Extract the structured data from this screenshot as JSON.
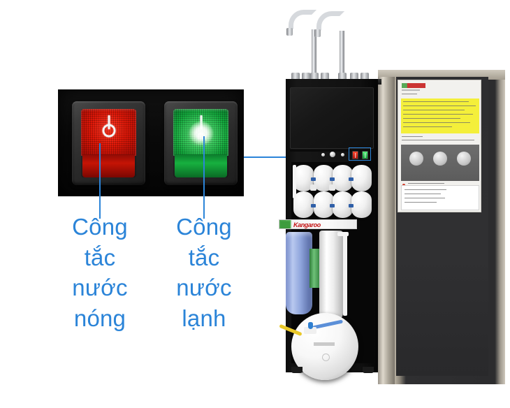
{
  "image": {
    "subject": "Kangaroo RO water purifier cabinet with annotated control switches",
    "background_color": "#ffffff",
    "accent_color": "#2b84d8"
  },
  "callout": {
    "panel_name": "switch-closeup-panel",
    "panel_background": "#0a0a0a",
    "connector_color": "#2b84d8",
    "switches": [
      {
        "id": "hot-water-switch",
        "color_name": "red",
        "color_hex": "#e01808",
        "state_marks": [
          "I",
          "O"
        ],
        "illuminated": false,
        "label_lines": [
          "Công",
          "tắc",
          "nước",
          "nóng"
        ],
        "label_text": "Công tắc nước nóng"
      },
      {
        "id": "cold-water-switch",
        "color_name": "green",
        "color_hex": "#13a83c",
        "state_marks": [
          "I",
          "O"
        ],
        "illuminated": true,
        "label_lines": [
          "Công",
          "tắc",
          "nước",
          "lạnh"
        ],
        "label_text": "Công tắc nước lạnh"
      }
    ]
  },
  "product": {
    "name": "water-purifier-cabinet",
    "brand": "Kangaroo",
    "faucets": 2,
    "cabinet_color": "#0d0d0d",
    "door_frame_color": "#cfc9bd",
    "door_panel_color": "#2f2f31",
    "highlight_box_color": "#2b84d8",
    "components": [
      "gooseneck-faucet",
      "control-panel",
      "ro-membrane-bank",
      "blue-filter-housing",
      "white-filter-housing",
      "pressure-tank",
      "instruction-label"
    ]
  }
}
